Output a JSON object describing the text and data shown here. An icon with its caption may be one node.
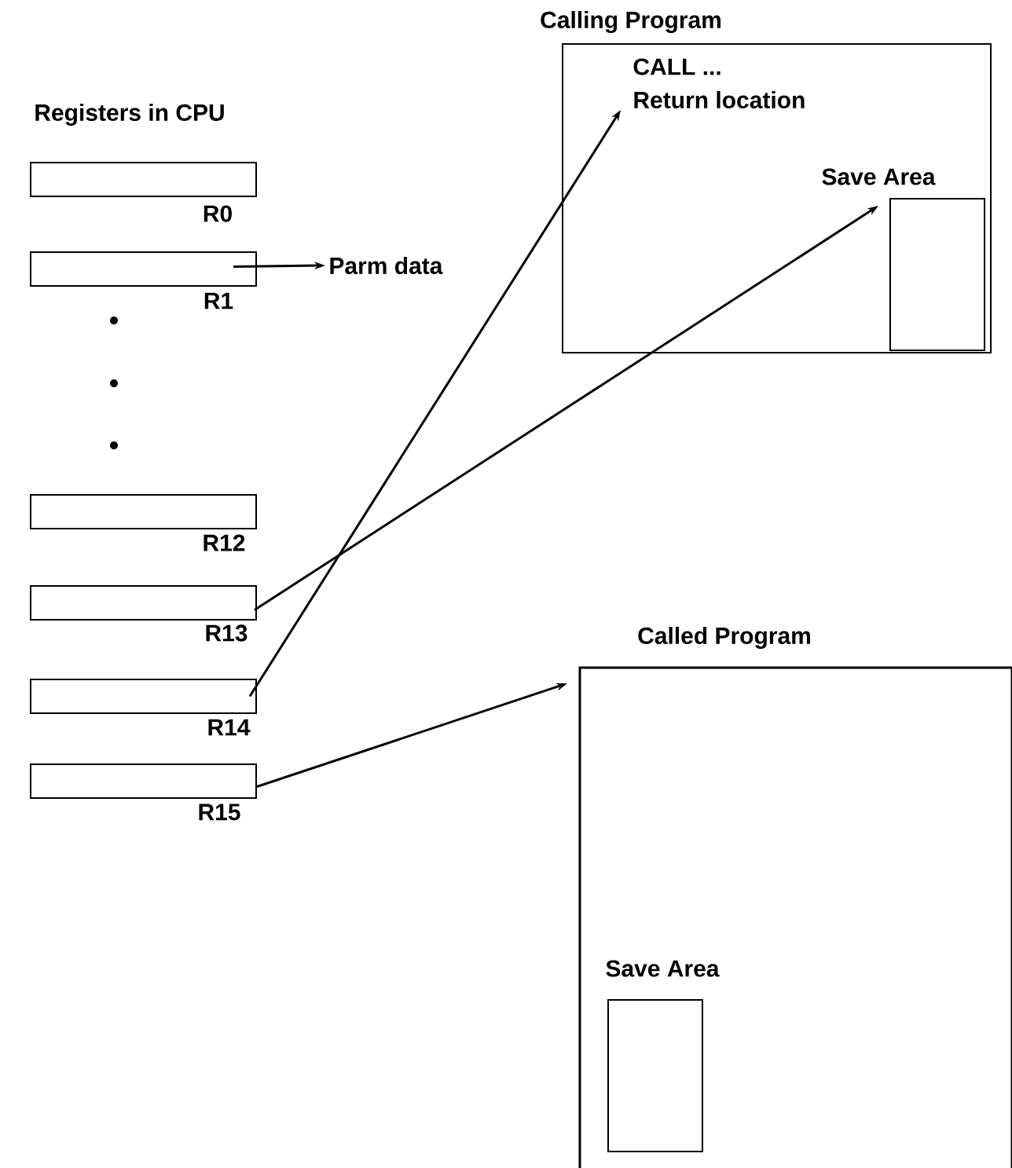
{
  "diagram": {
    "nodes": [
      {
        "text": [
          "Calling Program",
          "CALL ..."
        ]
      },
      {
        "text": [
          "Return location"
        ],
        "in": 0
      },
      {
        "text": [
          "Save Area"
        ],
        "in": 0
      },
      {
        "text": [
          "Called Program"
        ]
      },
      {
        "text": [
          "Save Area"
        ],
        "in": 3
      },
      {
        "text": [
          "R0"
        ]
      },
      {
        "text": [
          "R1"
        ]
      },
      {
        "text": [
          "R12"
        ]
      },
      {
        "text": [
          "R13"
        ]
      },
      {
        "text": [
          "R14"
        ]
      },
      {
        "text": [
          "R15"
        ]
      },
      {
        "text": [
          "Parm data"
        ]
      }
    ],
    "edges": [
      {
        "from": 6,
        "to": 11,
        "arrow": "to"
      },
      {
        "from": 8,
        "to": 2,
        "arrow": "to"
      },
      {
        "from": 9,
        "to": 1,
        "arrow": "to"
      },
      {
        "from": 10,
        "to": 3,
        "arrow": "to"
      }
    ],
    "labels": [
      "Registers in CPU"
    ]
  }
}
